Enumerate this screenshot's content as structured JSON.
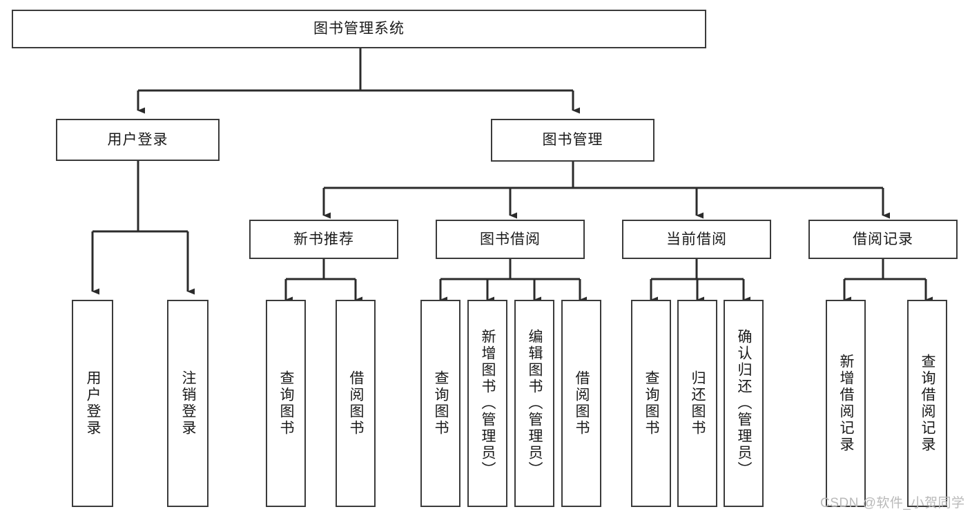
{
  "diagram": {
    "type": "tree",
    "title": "图书管理系统",
    "orientation": "top-down",
    "watermark": "CSDN @软件_小贺同学",
    "colors": {
      "box_border": "#3a3a3a",
      "box_fill": "#ffffff",
      "connector": "#2b2b2b",
      "text": "#1a1a1a",
      "watermark": "#b9b9b9",
      "background": "#ffffff"
    },
    "root": {
      "label": "图书管理系统"
    },
    "level2": [
      {
        "label": "用户登录"
      },
      {
        "label": "图书管理"
      }
    ],
    "level3": [
      {
        "label": "新书推荐"
      },
      {
        "label": "图书借阅"
      },
      {
        "label": "当前借阅"
      },
      {
        "label": "借阅记录"
      }
    ],
    "leaves": {
      "user_login": [
        {
          "label": "用户登录"
        },
        {
          "label": "注销登录"
        }
      ],
      "new_book_recommend": [
        {
          "label": "查询图书"
        },
        {
          "label": "借阅图书"
        }
      ],
      "book_borrow": [
        {
          "label": "查询图书"
        },
        {
          "label": "新增图书（管理员）"
        },
        {
          "label": "编辑图书（管理员）"
        },
        {
          "label": "借阅图书"
        }
      ],
      "current_borrow": [
        {
          "label": "查询图书"
        },
        {
          "label": "归还图书"
        },
        {
          "label": "确认归还（管理员）"
        }
      ],
      "borrow_records": [
        {
          "label": "新增借阅记录"
        },
        {
          "label": "查询借阅记录"
        }
      ]
    }
  }
}
